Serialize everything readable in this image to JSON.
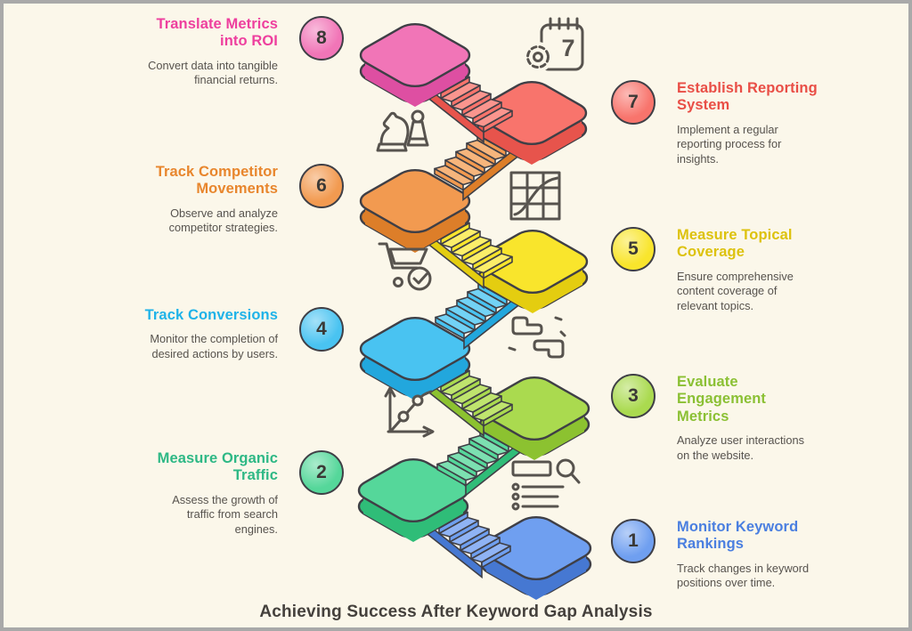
{
  "title": "Achieving Success After Keyword Gap Analysis",
  "palette": {
    "background": "#fbf7ea",
    "frame_border": "#a9a9a9",
    "outline": "#3f3f46",
    "body_text": "#57534e",
    "title_text": "#44403c"
  },
  "steps": [
    {
      "num": "1",
      "title": "Monitor Keyword\nRankings",
      "desc": "Track changes in keyword\npositions over time.",
      "icon": "search-list-icon",
      "title_color": "#4a7fe0",
      "circle_color": "#6f9ff0",
      "platform_top": "#6f9ff0",
      "platform_side": "#4678d2",
      "stair_tread": "#8fb3f4",
      "stair_riser": "#6f9ff0",
      "stair_side": "#4678d2"
    },
    {
      "num": "2",
      "title": "Measure Organic\nTraffic",
      "desc": "Assess the growth of\ntraffic from search\nengines.",
      "icon": "growth-chart-icon",
      "title_color": "#2eb885",
      "circle_color": "#55d79a",
      "platform_top": "#55d79a",
      "platform_side": "#2fbd78",
      "stair_tread": "#7ce0b1",
      "stair_riser": "#55d79a",
      "stair_side": "#2fbd78"
    },
    {
      "num": "3",
      "title": "Evaluate\nEngagement\nMetrics",
      "desc": "Analyze user interactions\non the website.",
      "icon": "cursor-clicks-icon",
      "title_color": "#8bc034",
      "circle_color": "#aada4f",
      "platform_top": "#aada4f",
      "platform_side": "#8cc230",
      "stair_tread": "#bfe46e",
      "stair_riser": "#aada4f",
      "stair_side": "#8cc230"
    },
    {
      "num": "4",
      "title": "Track Conversions",
      "desc": "Monitor the completion of\ndesired actions by users.",
      "icon": "cart-check-icon",
      "title_color": "#1fb3e8",
      "circle_color": "#49c3f1",
      "platform_top": "#49c3f1",
      "platform_side": "#22a7dd",
      "stair_tread": "#72d2f5",
      "stair_riser": "#49c3f1",
      "stair_side": "#22a7dd"
    },
    {
      "num": "5",
      "title": "Measure Topical\nCoverage",
      "desc": "Ensure comprehensive\ncontent coverage of\nrelevant topics.",
      "icon": "grid-curve-icon",
      "title_color": "#ddc20e",
      "circle_color": "#f9e52c",
      "platform_top": "#f9e52c",
      "platform_side": "#e4cd10",
      "stair_tread": "#fbee6a",
      "stair_riser": "#f9e52c",
      "stair_side": "#e4cd10"
    },
    {
      "num": "6",
      "title": "Track Competitor\nMovements",
      "desc": "Observe and analyze\ncompetitor strategies.",
      "icon": "chess-pieces-icon",
      "title_color": "#e8862d",
      "circle_color": "#f29a50",
      "platform_top": "#f29a50",
      "platform_side": "#dd7e29",
      "stair_tread": "#f6b57c",
      "stair_riser": "#f29a50",
      "stair_side": "#dd7e29"
    },
    {
      "num": "7",
      "title": "Establish Reporting\nSystem",
      "desc": "Implement a regular\nreporting process for\ninsights.",
      "icon": "calendar-gear-icon",
      "calendar_number": "7",
      "title_color": "#e94e46",
      "circle_color": "#f8746c",
      "platform_top": "#f8746c",
      "platform_side": "#e7544c",
      "stair_tread": "#fa958e",
      "stair_riser": "#f8746c",
      "stair_side": "#e7544c"
    },
    {
      "num": "8",
      "title": "Translate Metrics\ninto ROI",
      "desc": "Convert data into tangible\nfinancial returns.",
      "icon": null,
      "title_color": "#ee3f9e",
      "circle_color": "#f175b7",
      "platform_top": "#f175b7",
      "platform_side": "#de4fa2",
      "stair_tread": "#f592c8",
      "stair_riser": "#f175b7",
      "stair_side": "#de4fa2"
    }
  ]
}
